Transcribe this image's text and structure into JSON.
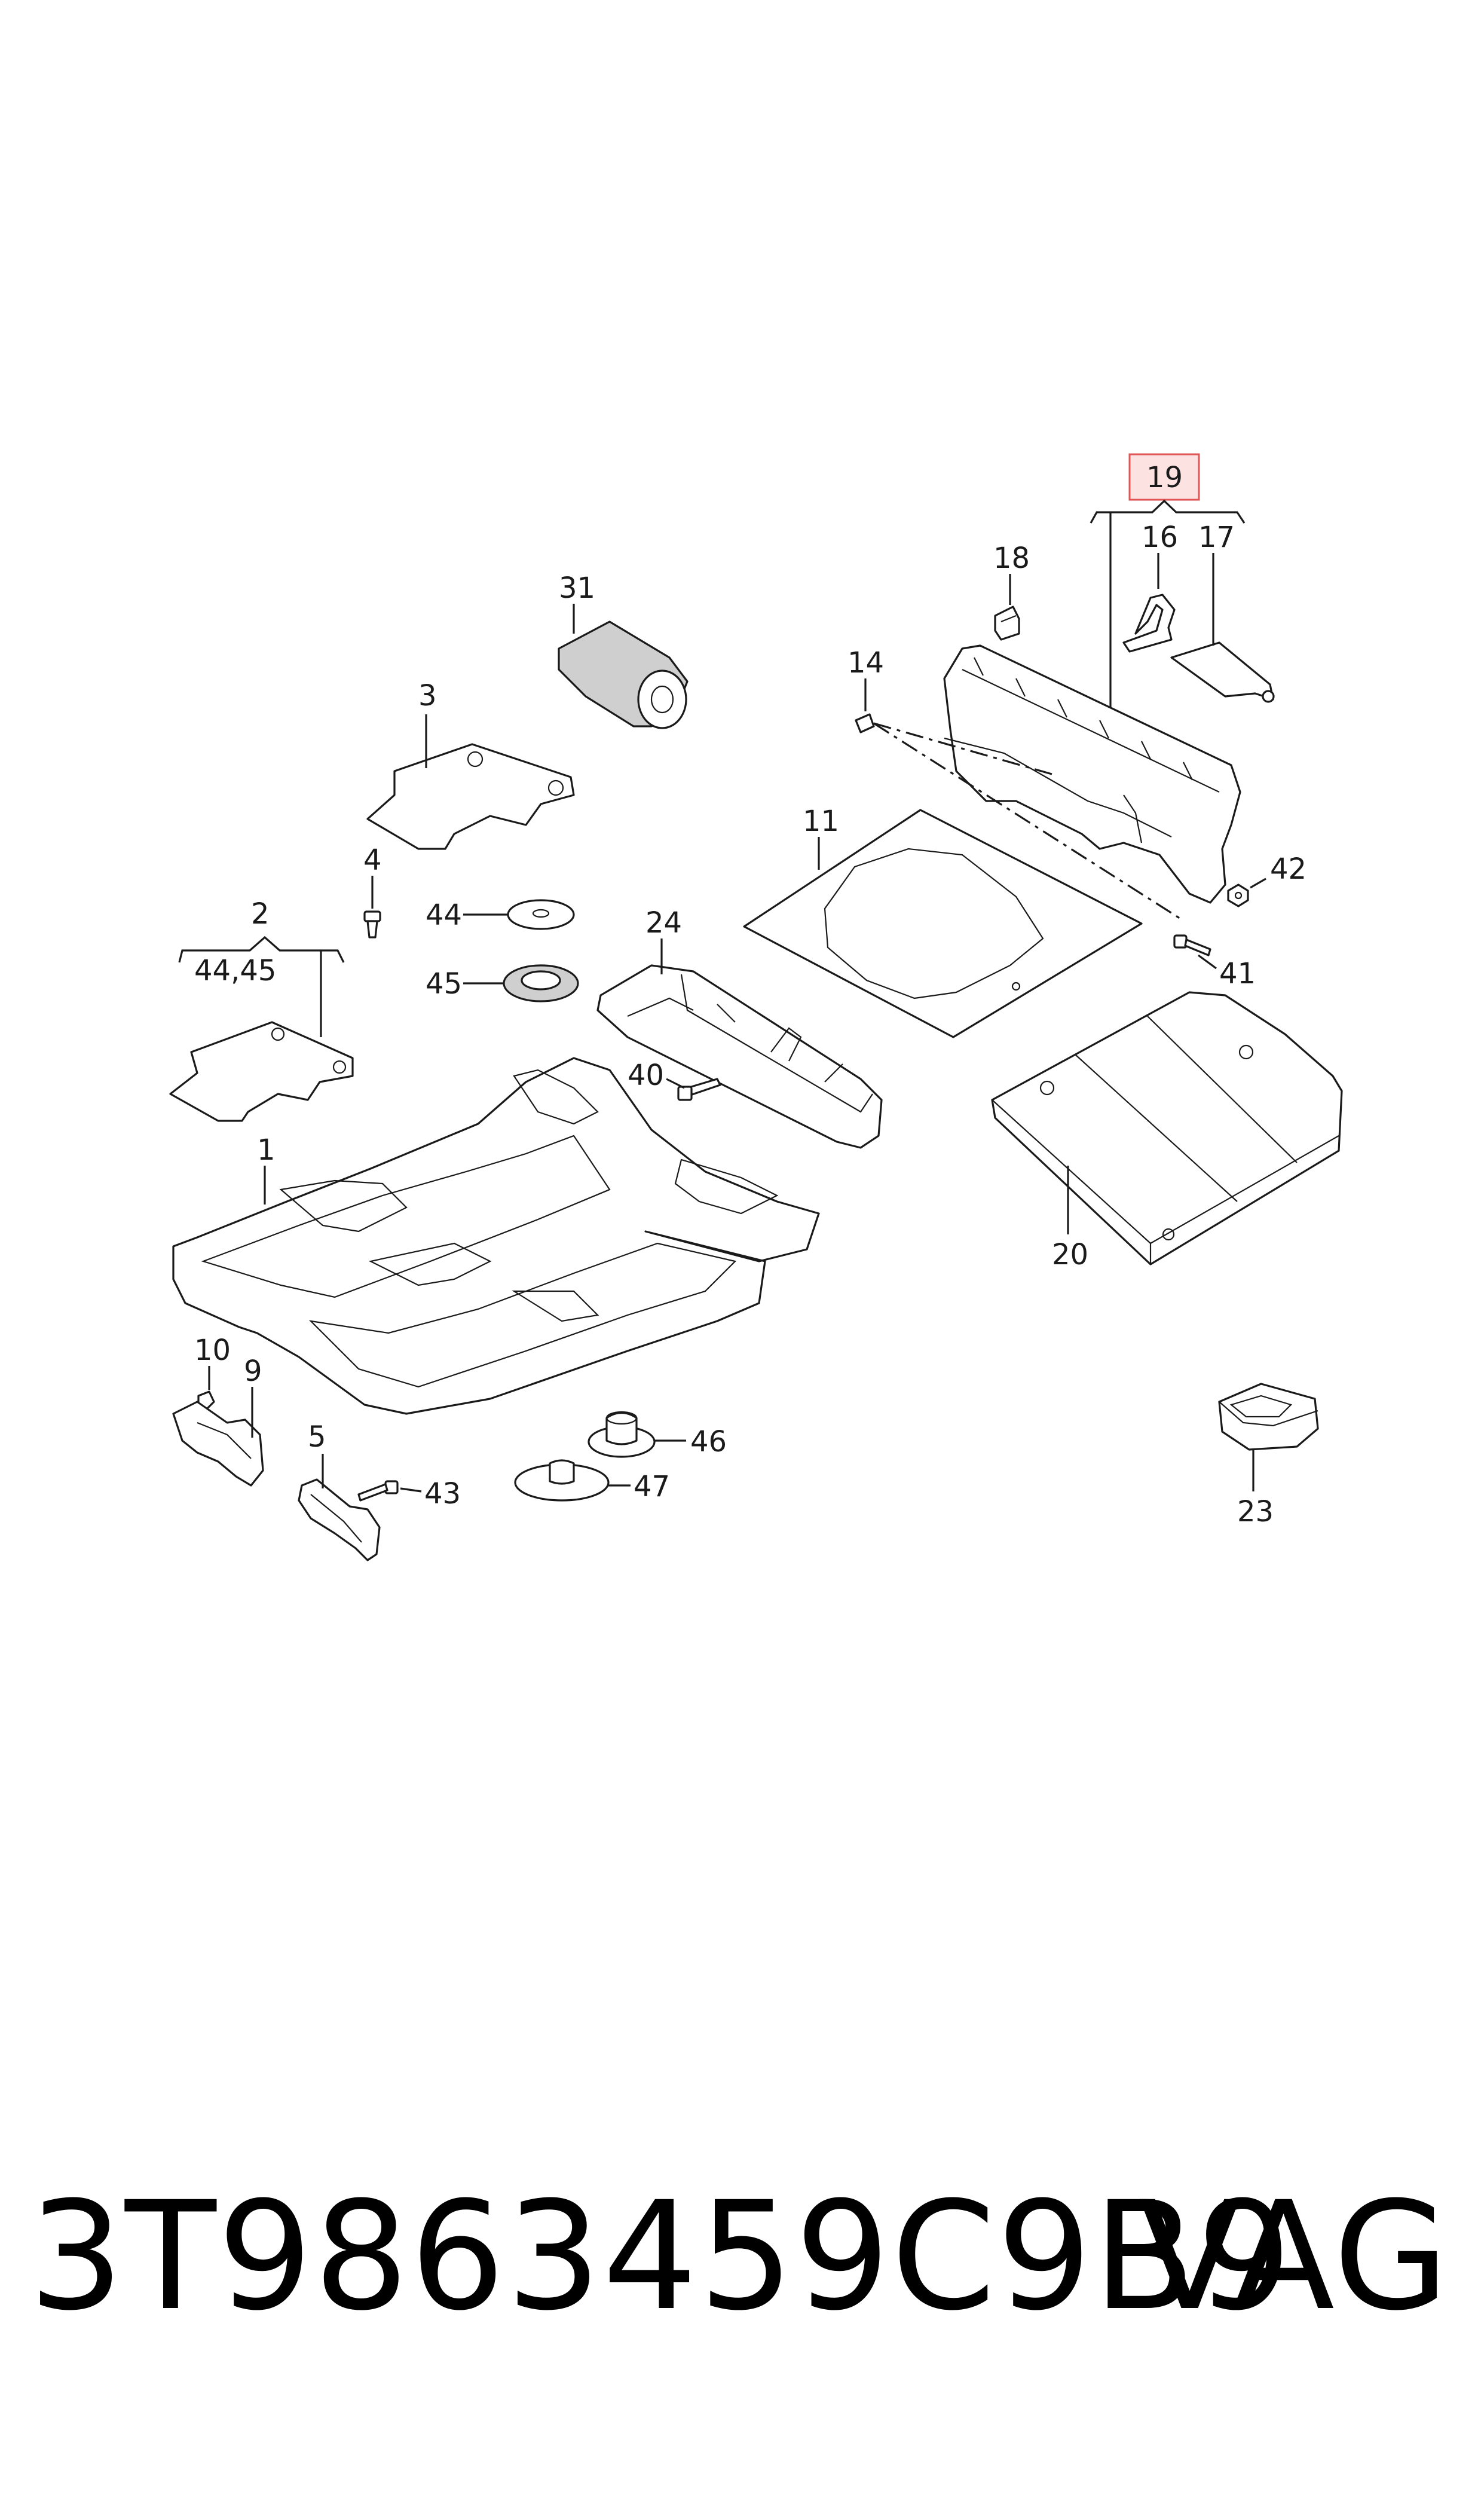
{
  "diagram": {
    "highlighted_callout": "19",
    "highlight_color": "#e05555",
    "callouts": {
      "c1": "1",
      "c2": "2",
      "c2sub": "44,45",
      "c3": "3",
      "c4": "4",
      "c5": "5",
      "c9": "9",
      "c10": "10",
      "c11": "11",
      "c14": "14",
      "c16": "16",
      "c17": "17",
      "c18": "18",
      "c19": "19",
      "c20": "20",
      "c23": "23",
      "c24": "24",
      "c31": "31",
      "c40": "40",
      "c41": "41",
      "c42": "42",
      "c43": "43",
      "c44": "44",
      "c45": "45",
      "c46": "46",
      "c47": "47"
    }
  },
  "footer": {
    "part_number": "3T9863459C9B9",
    "brand": "VAG"
  }
}
